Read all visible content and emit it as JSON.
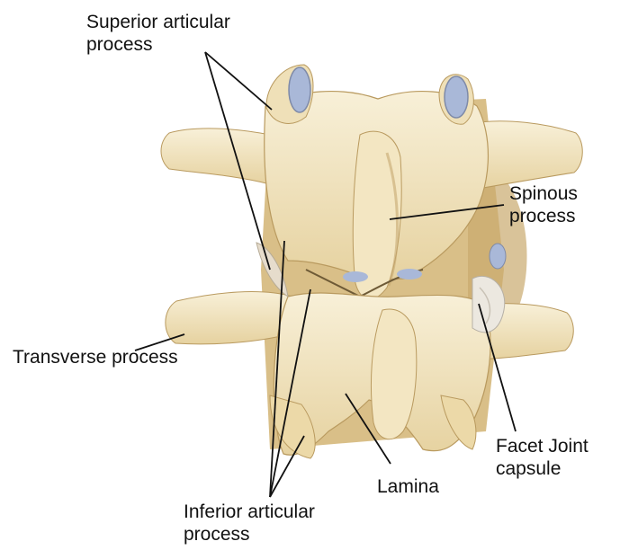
{
  "labels": {
    "superior_articular_process": [
      "Superior articular",
      "process"
    ],
    "spinous_process": [
      "Spinous",
      "process"
    ],
    "transverse_process": "Transverse process",
    "facet_joint_capsule": [
      "Facet Joint",
      "capsule"
    ],
    "lamina": "Lamina",
    "inferior_articular_process": [
      "Inferior articular",
      "process"
    ]
  },
  "colors": {
    "bone_light": "#f6ecd0",
    "bone_mid": "#e8d5a4",
    "bone_shadow": "#c4a46a",
    "cartilage": "#aab8d6",
    "leader_line": "#111111"
  }
}
